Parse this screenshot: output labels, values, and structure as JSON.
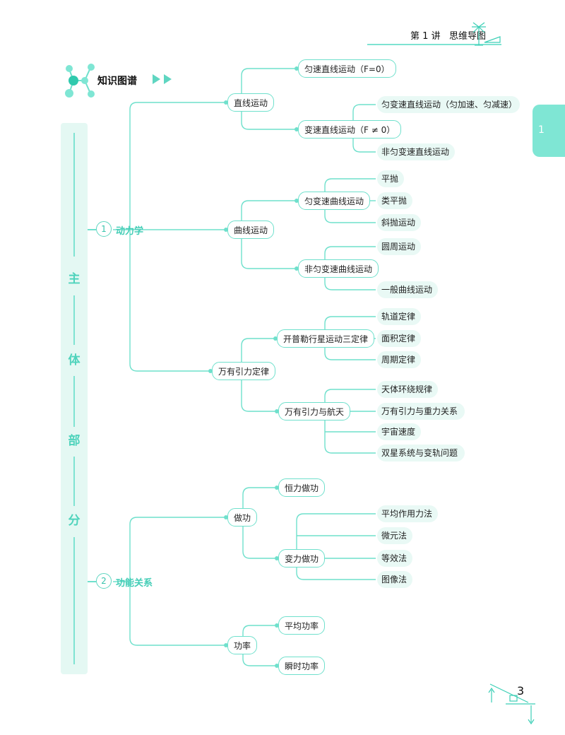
{
  "header": {
    "lesson": "第 1 讲",
    "title": "思维导图"
  },
  "section_title": "知识图谱",
  "side_tab": "1",
  "page_number": "3",
  "vertical_chars": [
    "主",
    "体",
    "部",
    "分"
  ],
  "branches": {
    "b1": {
      "num": "1",
      "label": "动力学"
    },
    "b2": {
      "num": "2",
      "label": "功能关系"
    }
  },
  "nodes": {
    "zhixian": "直线运动",
    "zhixian_yunsu": "匀速直线运动（F=0）",
    "zhixian_biansu": "变速直线运动（F ≠ 0）",
    "yunbiansu": "匀变速直线运动（匀加速、匀减速）",
    "feiyunbiansu": "非匀变速直线运动",
    "quxian": "曲线运动",
    "yunbian_quxian": "匀变速曲线运动",
    "pingpao": "平抛",
    "leipingpao": "类平抛",
    "xiepao": "斜抛运动",
    "feiyun_quxian": "非匀变速曲线运动",
    "yuanzhou": "圆周运动",
    "yiban_quxian": "一般曲线运动",
    "wanyou": "万有引力定律",
    "kaipule": "开普勒行星运动三定律",
    "guidao": "轨道定律",
    "mianji": "面积定律",
    "zhouqi": "周期定律",
    "hangtian": "万有引力与航天",
    "tianti": "天体环绕规律",
    "zhongli": "万有引力与重力关系",
    "yuzhou": "宇宙速度",
    "shuangxing": "双星系统与变轨问题",
    "zuogong": "做功",
    "hengli": "恒力做功",
    "bianli": "变力做功",
    "pingjun_zuoyong": "平均作用力法",
    "weiyuan": "微元法",
    "dengxiao": "等效法",
    "tuxiang": "图像法",
    "gonglv": "功率",
    "pingjun_gonglv": "平均功率",
    "shunshi_gonglv": "瞬时功率"
  }
}
